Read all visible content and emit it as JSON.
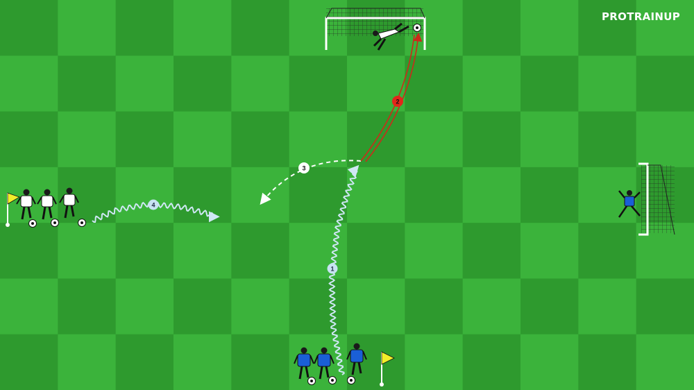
{
  "brand": {
    "logo_text": "PROTRAINUP"
  },
  "colors": {
    "grass_dark": "#2e9a2e",
    "grass_light": "#3bb33b",
    "team_white": "#ffffff",
    "team_blue": "#1a5fd6",
    "dribble_path": "#cfe7f5",
    "shot_path": "#cc2a1a",
    "pass_path": "#ffffff",
    "flag_yellow": "#f2ee2a"
  },
  "sequence": [
    {
      "number": "1",
      "action": "dribble",
      "color": "#c7e3f2",
      "text_color": "#1f2a44"
    },
    {
      "number": "2",
      "action": "shot",
      "color": "#e2261a",
      "text_color": "#111111"
    },
    {
      "number": "3",
      "action": "pass",
      "color": "#ffffff",
      "text_color": "#111111"
    },
    {
      "number": "4",
      "action": "dribble",
      "color": "#c7e3f2",
      "text_color": "#1f2a44"
    }
  ],
  "groups": {
    "white_queue": {
      "team": "white",
      "players": 3,
      "balls": 3
    },
    "blue_queue": {
      "team": "blue",
      "players": 3,
      "balls": 3
    }
  },
  "goalkeepers": [
    {
      "team": "white",
      "goal": "top-goal"
    },
    {
      "team": "blue",
      "goal": "right-goal"
    }
  ]
}
